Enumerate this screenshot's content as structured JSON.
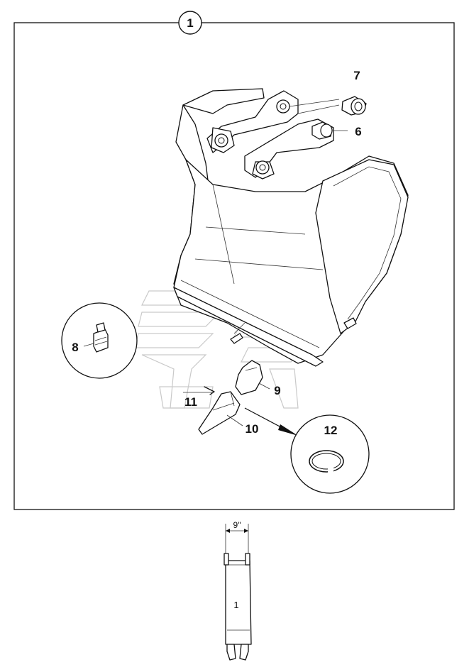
{
  "diagram": {
    "assembly_number": "1",
    "callouts": {
      "grease_nipple": "8",
      "pin_small": "7",
      "pin_large": "6",
      "tooth_adapter": "9",
      "tooth_tip": "10",
      "lock_pin": "11",
      "retaining_ring": "12"
    },
    "side_view": {
      "width_label": "9\"",
      "part_label": "1"
    }
  }
}
